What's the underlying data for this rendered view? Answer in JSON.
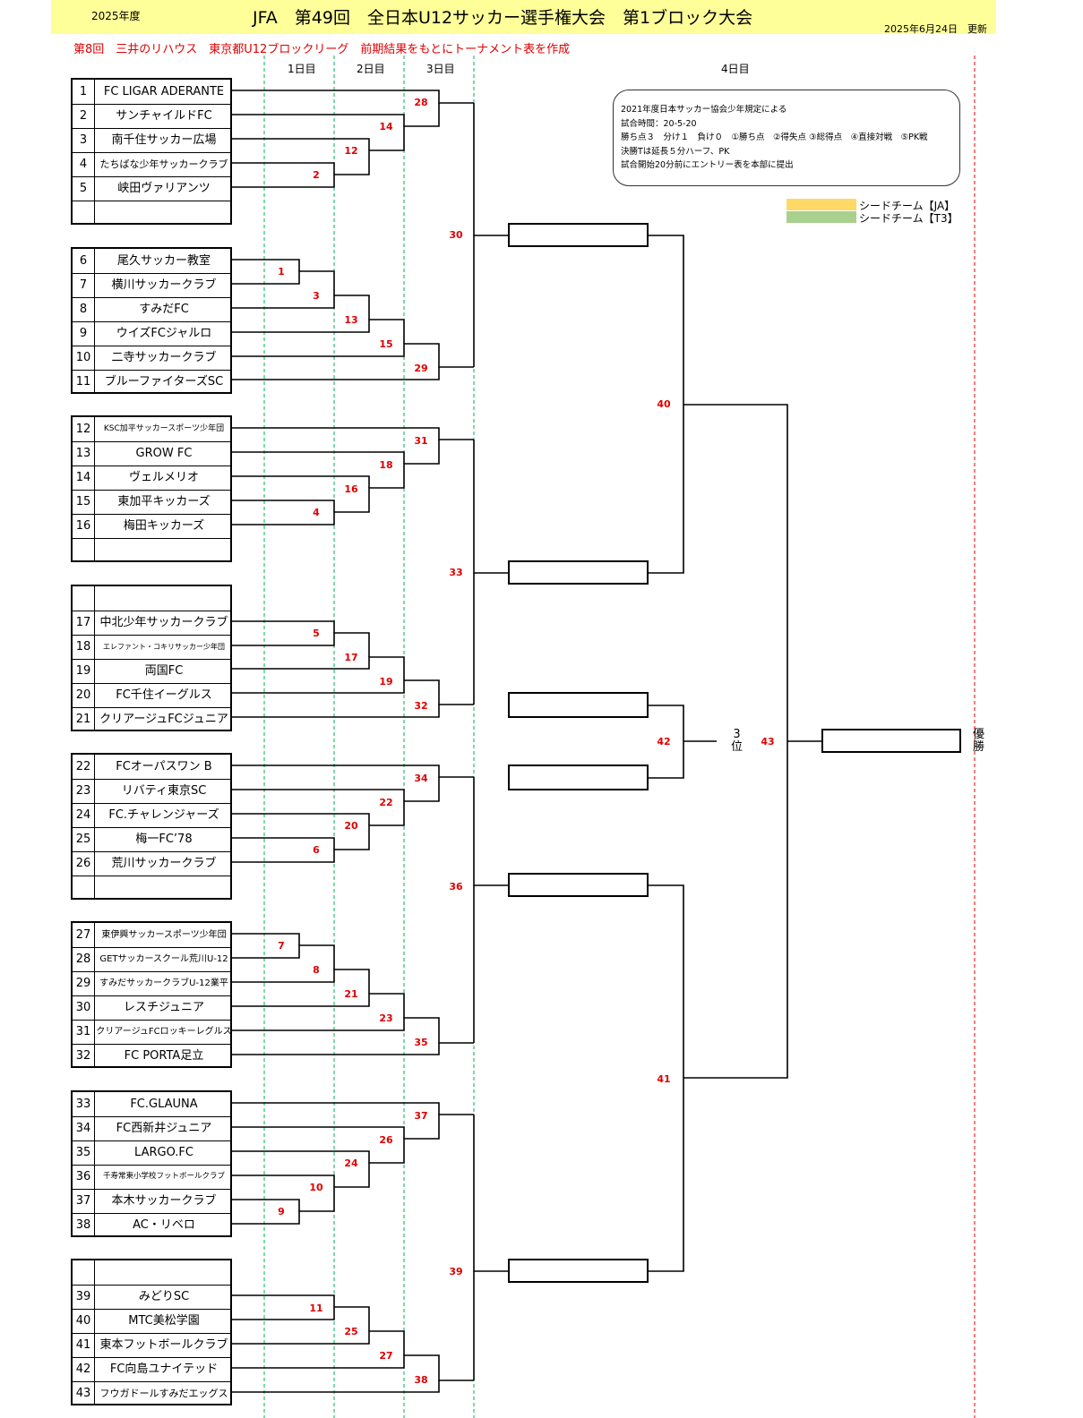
{
  "header": {
    "year": "2025年度",
    "title": "JFA　第49回　全日本U12サッカー選手権大会　第1ブロック大会",
    "updated": "2025年6月24日　更新",
    "subtitle": "第8回　三井のリハウス　東京都U12ブロックリーグ　前期結果をもとにトーナメント表を作成"
  },
  "days": [
    "1日目",
    "2日目",
    "3日目",
    "4日目"
  ],
  "rules": [
    "2021年度日本サッカー協会少年規定による",
    "試合時間：20-5-20",
    "勝ち点３　分け１　負け０　①勝ち点　②得失点 ③総得点　④直接対戦　⑤PK戦",
    "決勝Tは延長５分ハーフ、PK",
    "試合開始20分前にエントリー表を本部に提出"
  ],
  "legend": [
    {
      "label": "シードチーム【JA】",
      "color": "#ffd966"
    },
    {
      "label": "シードチーム【T3】",
      "color": "#a9d08e"
    }
  ],
  "colors": {
    "header_bg": "#ffff99",
    "match_no": "#e00000",
    "guide_green": "#00b050",
    "guide_red": "#e00000"
  },
  "teams": [
    {
      "no": "1",
      "name": "FC LIGAR ADERANTE"
    },
    {
      "no": "2",
      "name": "サンチャイルドFC"
    },
    {
      "no": "3",
      "name": "南千住サッカー広場"
    },
    {
      "no": "4",
      "name": "たちばな少年サッカークラブ"
    },
    {
      "no": "5",
      "name": "峡田ヴァリアンツ"
    },
    {
      "no": "6",
      "name": "尾久サッカー教室"
    },
    {
      "no": "7",
      "name": "横川サッカークラブ"
    },
    {
      "no": "8",
      "name": "すみだFC"
    },
    {
      "no": "9",
      "name": "ウイズFCジャルロ"
    },
    {
      "no": "10",
      "name": "二寺サッカークラブ"
    },
    {
      "no": "11",
      "name": "ブルーファイターズSC"
    },
    {
      "no": "12",
      "name": "KSC加平サッカースポーツ少年団"
    },
    {
      "no": "13",
      "name": "GROW FC"
    },
    {
      "no": "14",
      "name": "ヴェルメリオ"
    },
    {
      "no": "15",
      "name": "東加平キッカーズ"
    },
    {
      "no": "16",
      "name": "梅田キッカーズ"
    },
    {
      "no": "17",
      "name": "中北少年サッカークラブ"
    },
    {
      "no": "18",
      "name": "エレファント・コキリサッカー少年団"
    },
    {
      "no": "19",
      "name": "両国FC"
    },
    {
      "no": "20",
      "name": "FC千住イーグルス"
    },
    {
      "no": "21",
      "name": "クリアージュFCジュニア"
    },
    {
      "no": "22",
      "name": "FCオーパスワン B"
    },
    {
      "no": "23",
      "name": "リバティ東京SC"
    },
    {
      "no": "24",
      "name": "FC.チャレンジャーズ"
    },
    {
      "no": "25",
      "name": "梅一FC’78"
    },
    {
      "no": "26",
      "name": "荒川サッカークラブ"
    },
    {
      "no": "27",
      "name": "東伊興サッカースポーツ少年団"
    },
    {
      "no": "28",
      "name": "GETサッカースクール荒川U-12"
    },
    {
      "no": "29",
      "name": "すみだサッカークラブU-12業平"
    },
    {
      "no": "30",
      "name": "レスチジュニア"
    },
    {
      "no": "31",
      "name": "クリアージュFCロッキーレグルス"
    },
    {
      "no": "32",
      "name": "FC PORTA足立"
    },
    {
      "no": "33",
      "name": "FC.GLAUNA"
    },
    {
      "no": "34",
      "name": "FC西新井ジュニア"
    },
    {
      "no": "35",
      "name": "LARGO.FC"
    },
    {
      "no": "36",
      "name": "千寿常東小学校フットボールクラブ"
    },
    {
      "no": "37",
      "name": "本木サッカークラブ"
    },
    {
      "no": "38",
      "name": "AC・リベロ"
    },
    {
      "no": "39",
      "name": "みどりSC"
    },
    {
      "no": "40",
      "name": "MTC美松学園"
    },
    {
      "no": "41",
      "name": "東本フットボールクラブ"
    },
    {
      "no": "42",
      "name": "FC向島ユナイテッド"
    },
    {
      "no": "43",
      "name": "フウガドールすみだエッグス"
    }
  ],
  "match_numbers": [
    "1",
    "2",
    "3",
    "4",
    "5",
    "6",
    "7",
    "8",
    "9",
    "10",
    "11",
    "12",
    "13",
    "14",
    "15",
    "16",
    "17",
    "18",
    "19",
    "20",
    "21",
    "22",
    "23",
    "24",
    "25",
    "26",
    "27",
    "28",
    "29",
    "30",
    "31",
    "32",
    "33",
    "34",
    "35",
    "36",
    "37",
    "38",
    "39",
    "40",
    "41",
    "42",
    "43"
  ],
  "third_place_label": "3\n位",
  "champion_label": "優\n勝"
}
